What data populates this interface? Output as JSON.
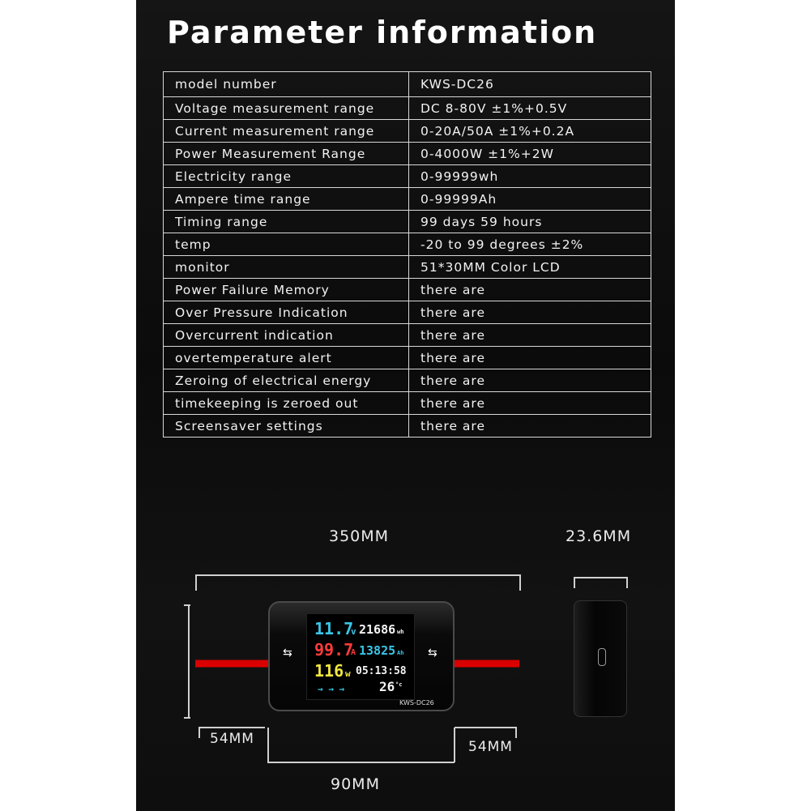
{
  "title": "Parameter information",
  "table": {
    "rows": [
      {
        "label": "model number",
        "value": "KWS-DC26"
      },
      {
        "label": "Voltage measurement range",
        "value": "DC 8-80V ±1%+0.5V"
      },
      {
        "label": "Current measurement range",
        "value": "0-20A/50A ±1%+0.2A"
      },
      {
        "label": "Power Measurement Range",
        "value": "0-4000W ±1%+2W"
      },
      {
        "label": "Electricity range",
        "value": "0-99999wh"
      },
      {
        "label": "Ampere time range",
        "value": "0-99999Ah"
      },
      {
        "label": "Timing range",
        "value": "99 days 59 hours"
      },
      {
        "label": "temp",
        "value": "-20 to 99 degrees ±2%"
      },
      {
        "label": "monitor",
        "value": "51*30MM Color LCD"
      },
      {
        "label": "Power Failure Memory",
        "value": "there are"
      },
      {
        "label": "Over Pressure Indication",
        "value": "there are"
      },
      {
        "label": "Overcurrent indication",
        "value": "there are"
      },
      {
        "label": "overtemperature alert",
        "value": "there are"
      },
      {
        "label": "Zeroing of electrical energy",
        "value": "there are"
      },
      {
        "label": "timekeeping is zeroed out",
        "value": "there are"
      },
      {
        "label": "Screensaver settings",
        "value": "there are"
      }
    ]
  },
  "dimensions": {
    "cable_length": "350MM",
    "thickness": "23.6MM",
    "left_lead": "54MM",
    "right_lead": "54MM",
    "device_width": "90MM"
  },
  "device": {
    "model_label": "KWS-DC26",
    "display": {
      "voltage": "11.7",
      "voltage_unit": "v",
      "energy": "21686",
      "energy_unit": "wh",
      "current": "99.7",
      "current_unit": "A",
      "amp_hours": "13825",
      "amp_hours_unit": "Ah",
      "power": "116",
      "power_unit": "w",
      "timer": "05:13:58",
      "temperature": "26",
      "temperature_unit": "°c",
      "arrows": "→ → →"
    }
  },
  "colors": {
    "background": "#0e0e0e",
    "text": "#f2f2f2",
    "cable_red": "#e00000",
    "display_cyan": "#39c6e8",
    "display_red": "#ff3b3b",
    "display_yellow": "#f1e640",
    "display_white": "#f4f4f4"
  }
}
